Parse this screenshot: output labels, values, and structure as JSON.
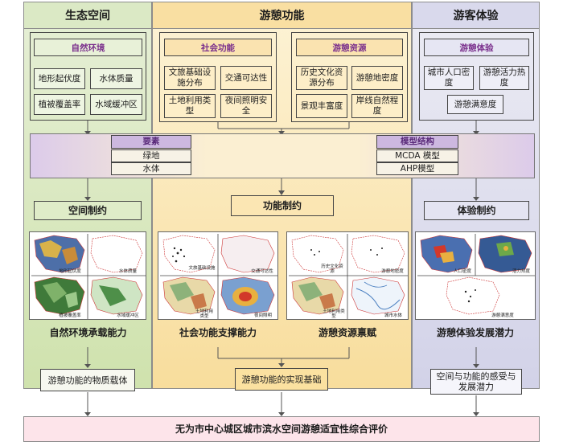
{
  "columns": {
    "ecology": {
      "title": "生态空间",
      "bg": "#e3edcf",
      "head_bg": "#d9e8c0"
    },
    "function": {
      "title": "游憩功能",
      "bg": "#fcefc8",
      "head_bg": "#f8dd9c"
    },
    "experience": {
      "title": "游客体验",
      "bg": "#e3e3f0",
      "head_bg": "#d6d6ea"
    }
  },
  "ecology_group": {
    "title": "自然环境",
    "items": [
      "地形起伏度",
      "水体质量",
      "植被覆盖率",
      "水域缓冲区"
    ]
  },
  "social_group": {
    "title": "社会功能",
    "items": [
      "文旅基础设施分布",
      "交通可达性",
      "土地利用类型",
      "夜间照明安全"
    ]
  },
  "resource_group": {
    "title": "游憩资源",
    "items": [
      "历史文化资源分布",
      "游憩地密度",
      "景观丰富度",
      "岸线自然程度"
    ]
  },
  "experience_group": {
    "title": "游憩体验",
    "items": [
      "城市人口密度",
      "游憩活力热度",
      "游憩满意度"
    ]
  },
  "band": {
    "left_title": "要素",
    "left_items": [
      "绿地",
      "水体"
    ],
    "right_title": "模型结构",
    "right_items": [
      "MCDA 模型",
      "AHP模型"
    ]
  },
  "constraints": {
    "spatial": "空间制约",
    "functional": "功能制约",
    "experience": "体验制约"
  },
  "map_captions": {
    "eco": [
      "地形起伏度",
      "水体质量",
      "植被覆盖率",
      "水域缓冲区"
    ],
    "social": [
      "文旅基础设施",
      "交通可达性",
      "土地利用类型",
      "夜间照明"
    ],
    "resource": [
      "历史文化资源",
      "游憩地密度",
      "土地利用类型",
      "城市水体"
    ],
    "exp": [
      "人口密度",
      "活力热度",
      "游憩满意度"
    ]
  },
  "capacities": {
    "eco": "自然环境承载能力",
    "social": "社会功能支撑能力",
    "resource": "游憩资源禀赋",
    "exp": "游憩体验发展潜力"
  },
  "outcomes": {
    "eco": "游憩功能的物质载体",
    "func": "游憩功能的实现基础",
    "exp": "空间与功能的感受与发展潜力"
  },
  "final": "无为市中心城区城市滨水空间游憩适宜性综合评价",
  "colors": {
    "ecology_dark": "#7aa843",
    "function_dark": "#e5a82a",
    "experience_dark": "#7c7cc0",
    "band_purple": "#d6c7e5",
    "final_pink": "#fde4ea",
    "arrow": "#555555"
  }
}
